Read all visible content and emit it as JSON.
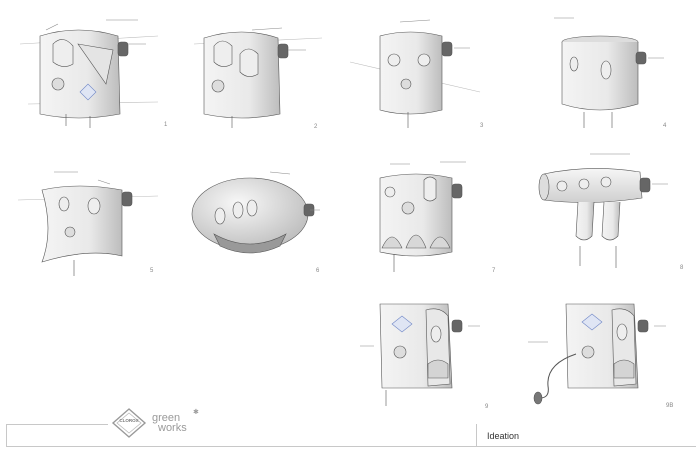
{
  "sketch_numbers": [
    "1",
    "2",
    "3",
    "4",
    "5",
    "6",
    "7",
    "8",
    "9",
    "9B"
  ],
  "footer": {
    "section_label": "Ideation",
    "logo_brand": "CLOROX",
    "logo_green_line1": "green",
    "logo_green_line2": "works"
  },
  "colors": {
    "sketch_stroke": "#555555",
    "shade": "#e6e6e6",
    "accent_diamond": "#6f86c6",
    "footer_line": "#c8c8c8"
  }
}
